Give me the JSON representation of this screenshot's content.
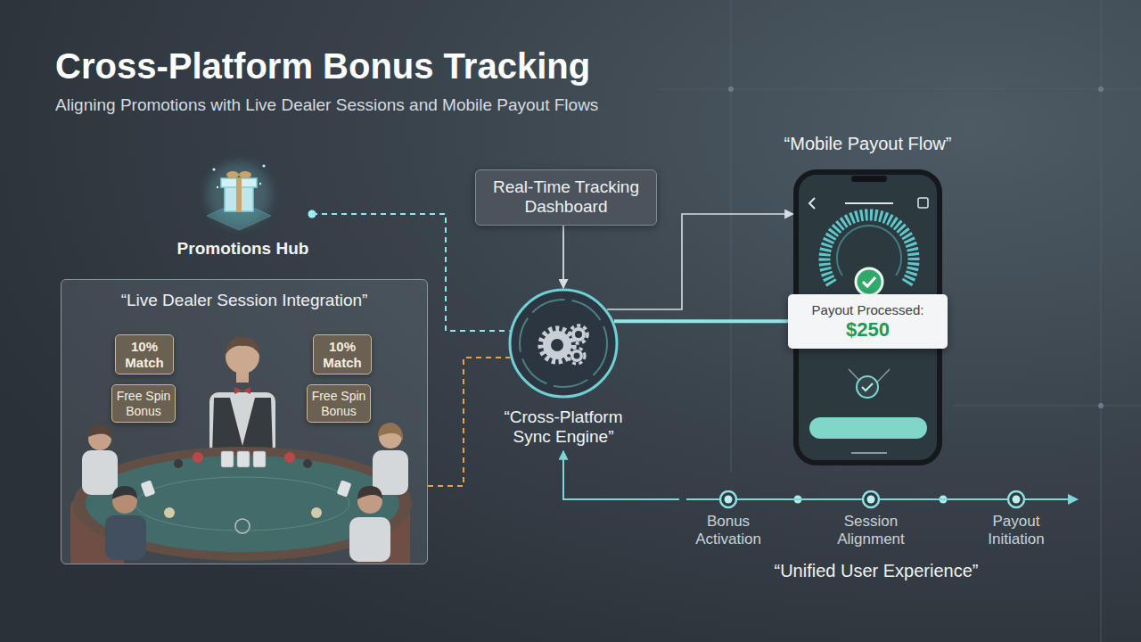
{
  "diagram": {
    "title": "Cross-Platform Bonus Tracking",
    "nodes": [
      {
        "text": [
          "Promotions Hub"
        ]
      },
      {
        "text": [
          "Real-Time Tracking Dashboard"
        ]
      },
      {
        "text": [
          "“Mobile Payout Flow”"
        ]
      },
      {
        "text": [
          "Payout Processed:",
          "$250"
        ],
        "in": 2
      },
      {
        "text": [
          "“Live Dealer Session Integration”"
        ]
      },
      {
        "text": [
          "10% Match"
        ],
        "in": 4
      },
      {
        "text": [
          "Free Spin Bonus"
        ],
        "in": 4
      },
      {
        "text": [
          "10% Match"
        ],
        "in": 4
      },
      {
        "text": [
          "Free Spin Bonus"
        ],
        "in": 4
      },
      {
        "text": [
          "“Cross-Platform Sync Engine”"
        ]
      },
      {
        "text": [
          "Bonus Activation"
        ]
      },
      {
        "text": [
          "Session Alignment"
        ]
      },
      {
        "text": [
          "Payout Initiation"
        ]
      }
    ],
    "edges": [
      {
        "from": 0,
        "to": 9,
        "arrow": "none"
      },
      {
        "from": 1,
        "to": 9,
        "arrow": "to"
      },
      {
        "from": 4,
        "to": 9,
        "arrow": "none"
      },
      {
        "from": 9,
        "to": 2,
        "arrow": "to"
      },
      {
        "from": 9,
        "to": 3,
        "arrow": "none"
      },
      {
        "from": 10,
        "to": 9,
        "arrow": "to"
      },
      {
        "from": 10,
        "to": 11,
        "arrow": "none"
      },
      {
        "from": 11,
        "to": 12,
        "arrow": "none"
      }
    ],
    "labels": [
      "Aligning Promotions with Live Dealer Sessions and Mobile Payout Flows",
      "“Unified User Experience”"
    ]
  }
}
